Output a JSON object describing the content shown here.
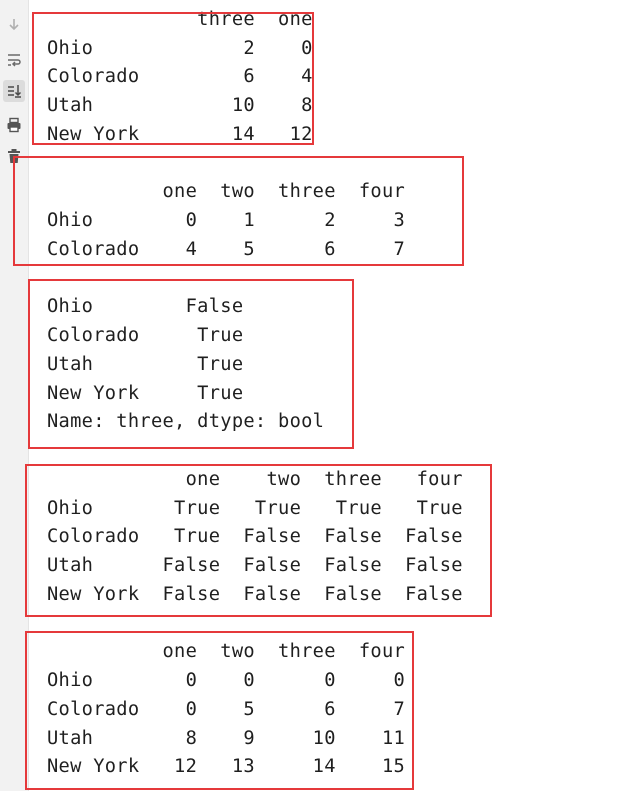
{
  "toolbar": {
    "icons": [
      "down-arrow-icon",
      "soft-wrap-icon",
      "scroll-to-end-icon",
      "print-icon",
      "trash-icon"
    ]
  },
  "outputs": [
    {
      "id": "df-three-one",
      "lines": [
        "             three  one",
        "Ohio             2    0",
        "Colorado         6    4",
        "Utah            10    8",
        "New York        14   12"
      ]
    },
    {
      "id": "df-ohio-colorado",
      "lines": [
        "",
        "          one  two  three  four",
        "Ohio        0    1      2     3",
        "Colorado    4    5      6     7"
      ]
    },
    {
      "id": "series-three-bool",
      "lines": [
        "Ohio        False",
        "Colorado     True",
        "Utah         True",
        "New York     True",
        "Name: three, dtype: bool"
      ]
    },
    {
      "id": "df-bool",
      "lines": [
        "",
        "            one    two  three   four",
        "Ohio       True   True   True   True",
        "Colorado   True  False  False  False",
        "Utah      False  False  False  False",
        "New York  False  False  False  False"
      ]
    },
    {
      "id": "df-masked",
      "lines": [
        "",
        "          one  two  three  four",
        "Ohio        0    0      0     0",
        "Colorado    0    5      6     7",
        "Utah        8    9     10    11",
        "New York   12   13     14    15"
      ]
    }
  ]
}
